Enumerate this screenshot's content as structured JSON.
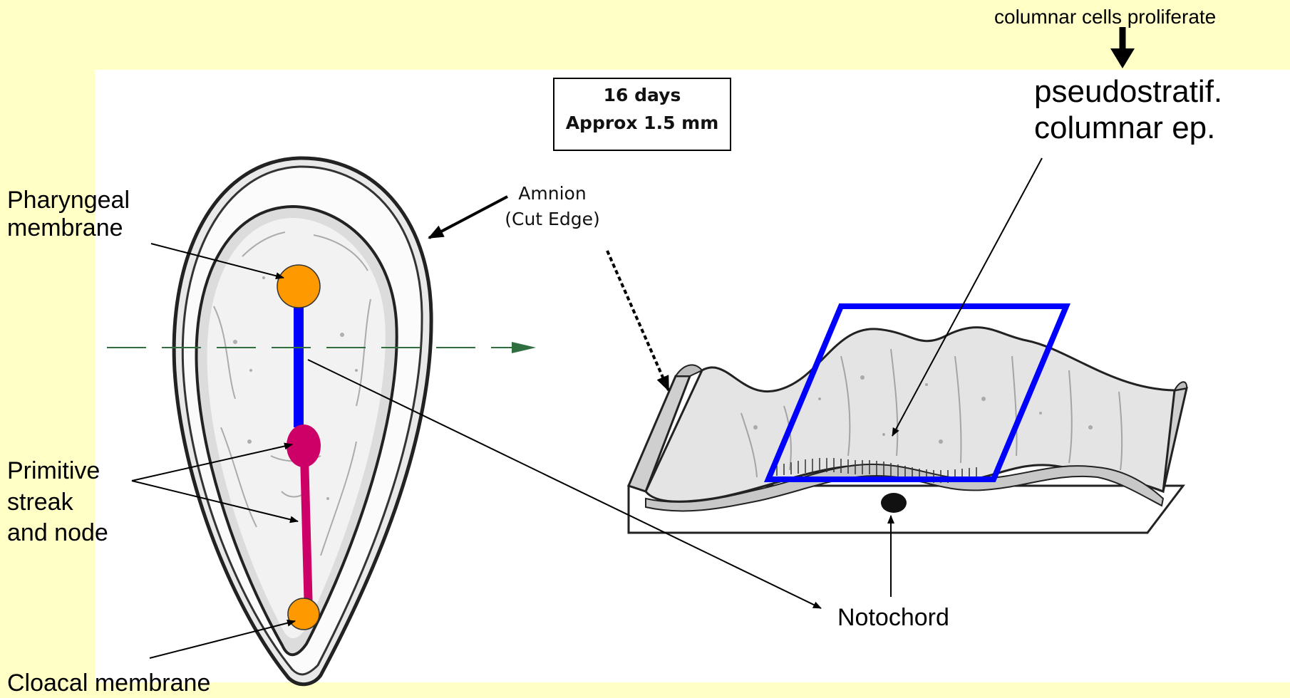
{
  "labels": {
    "top_note": "columnar cells proliferate",
    "pseudostratified_line1": "pseudostratif.",
    "pseudostratified_line2": "columnar ep.",
    "age_box_line1": "16 days",
    "age_box_line2": "Approx 1.5 mm",
    "amnion_line1": "Amnion",
    "amnion_line2": "(Cut Edge)",
    "pharyngeal_line1": "Pharyngeal",
    "pharyngeal_line2": "membrane",
    "primitive_line1": "Primitive",
    "primitive_line2": "streak",
    "primitive_line3": "and node",
    "cloacal": "Cloacal membrane",
    "notochord": "Notochord"
  },
  "colors": {
    "background": "#ffffc6",
    "membrane_dot": "#ff9900",
    "primitive_streak": "#cc0066",
    "notochord_axis": "#0000ff",
    "highlight_box": "#0000ff",
    "section_line": "#2f6f3f"
  }
}
